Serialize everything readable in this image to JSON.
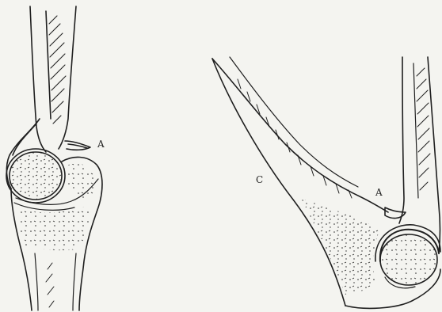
{
  "labels": {
    "a_left": "A",
    "a_right": "A",
    "c": "C"
  },
  "colors": {
    "ink": "#1f1f1f",
    "paper": "#f4f4f0",
    "dot": "#2a2a2a"
  }
}
